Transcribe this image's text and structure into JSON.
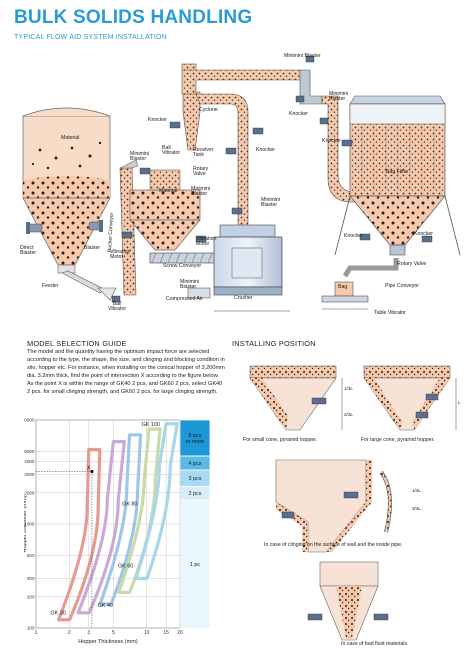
{
  "header": {
    "title": "BULK SOLIDS HANDLING",
    "subtitle": "TYPICAL FLOW AID SYSTEM INSTALLATION"
  },
  "system": {
    "labels": {
      "material_silo": "Material",
      "direct_blaster": "Direct\nBlaster",
      "blaster_left": "Blaster",
      "feeder": "Feeder",
      "ball_vibrator_bottom": "Ball\nVibrator",
      "bucket_conveyor": "Bucket Conveyor",
      "minimini_blaster_left": "Minimini\nBlaster",
      "ball_vibrator_top": "Ball\nVibrator",
      "receiver_tank": "Receiver\nTank",
      "cyclone": "Cyclone",
      "knocker_cyclone": "Knocker",
      "rotary_valve_mid": "Rotary\nValve",
      "minimini_blaster_mid": "Minimini\nBlaster",
      "material_hopper": "Material",
      "vibration_motor_left": "Vibration\nMotor",
      "vibration_motor_right": "Vibration\nMotor",
      "screw_conveyor": "Screw Conveyor",
      "minimini_blaster_lower": "Minimini\nBlaster",
      "compressed_air": "Compressed Air",
      "crusher": "Crusher",
      "minimini_blaster_top": "Minimini Blaster",
      "knocker_top": "Knocker",
      "knocker_pipe": "Knocker",
      "minimini_blaster_right": "Minimini\nBlaster",
      "knocker_right": "Knocker",
      "bag_filter": "Bag Filter",
      "knocker_filter_left": "Knocker",
      "knocker_filter_right": "Knocker",
      "rotary_valve_right": "Rotary Valve",
      "bag": "Bag",
      "pipe_conveyor": "Pipe Conveyor",
      "table_vibrator": "Table Vibrator"
    }
  },
  "model_selection": {
    "heading": "MODEL SELECTION GUIDE",
    "text": "The model and the quantity having the optimum impact force are selected according to the type, the shape, the size, and clinging and blocking condition in silo, hopper etc. For instance, when installing on the conical hopper of 3,200mm dia. 3.2mm thick, find the point of intersection X according to the figure below. As the point X is within the range of GK40 2 pcs, and GK60 2 pcs, select GK40 2 pcs. for small clinging strength, and GK60 2 pcs, for large clinging strength."
  },
  "chart_data": {
    "type": "line",
    "xlabel": "Hopper Thickness (mm)",
    "ylabel": "Hopper Diameter (mm)",
    "x_ticks": [
      1,
      2,
      3,
      5,
      10,
      15,
      20
    ],
    "y_ticks": [
      100,
      200,
      300,
      500,
      1000,
      2000,
      3000,
      4000,
      5000,
      10000
    ],
    "x_scale": "log",
    "y_scale": "log",
    "xlim": [
      1,
      20
    ],
    "ylim": [
      100,
      10000
    ],
    "series": [
      {
        "name": "GK 30"
      },
      {
        "name": "GK 40"
      },
      {
        "name": "GK 60"
      },
      {
        "name": "GK 80"
      },
      {
        "name": "GK 100"
      }
    ],
    "quantity_bands": [
      "5 pcs\nor more",
      "4 pcs",
      "3 pcs",
      "2 pcs",
      "1 pc"
    ],
    "example_point": {
      "x": 3.2,
      "y": 3200,
      "label": "X"
    },
    "band_colors": {
      "deep": "#1b98d5",
      "mid": "#5cb8e4",
      "light": "#a8daf2",
      "pale": "#d7eefa"
    }
  },
  "installing": {
    "heading": "INSTALLING POSITION",
    "captions": {
      "small_cone": "For small cone, pyramid hopper.",
      "large_cone": "For large cone, pyramid hopper.",
      "clinging": "In case of clinging on the surface of wall and the inside pipe.",
      "bad_fluid": "In case of bad fluid materials."
    },
    "dim_labels": {
      "a": "1/3L",
      "b": "2/3L",
      "c": "L",
      "d": "1/4L",
      "e": "3/4L"
    }
  }
}
